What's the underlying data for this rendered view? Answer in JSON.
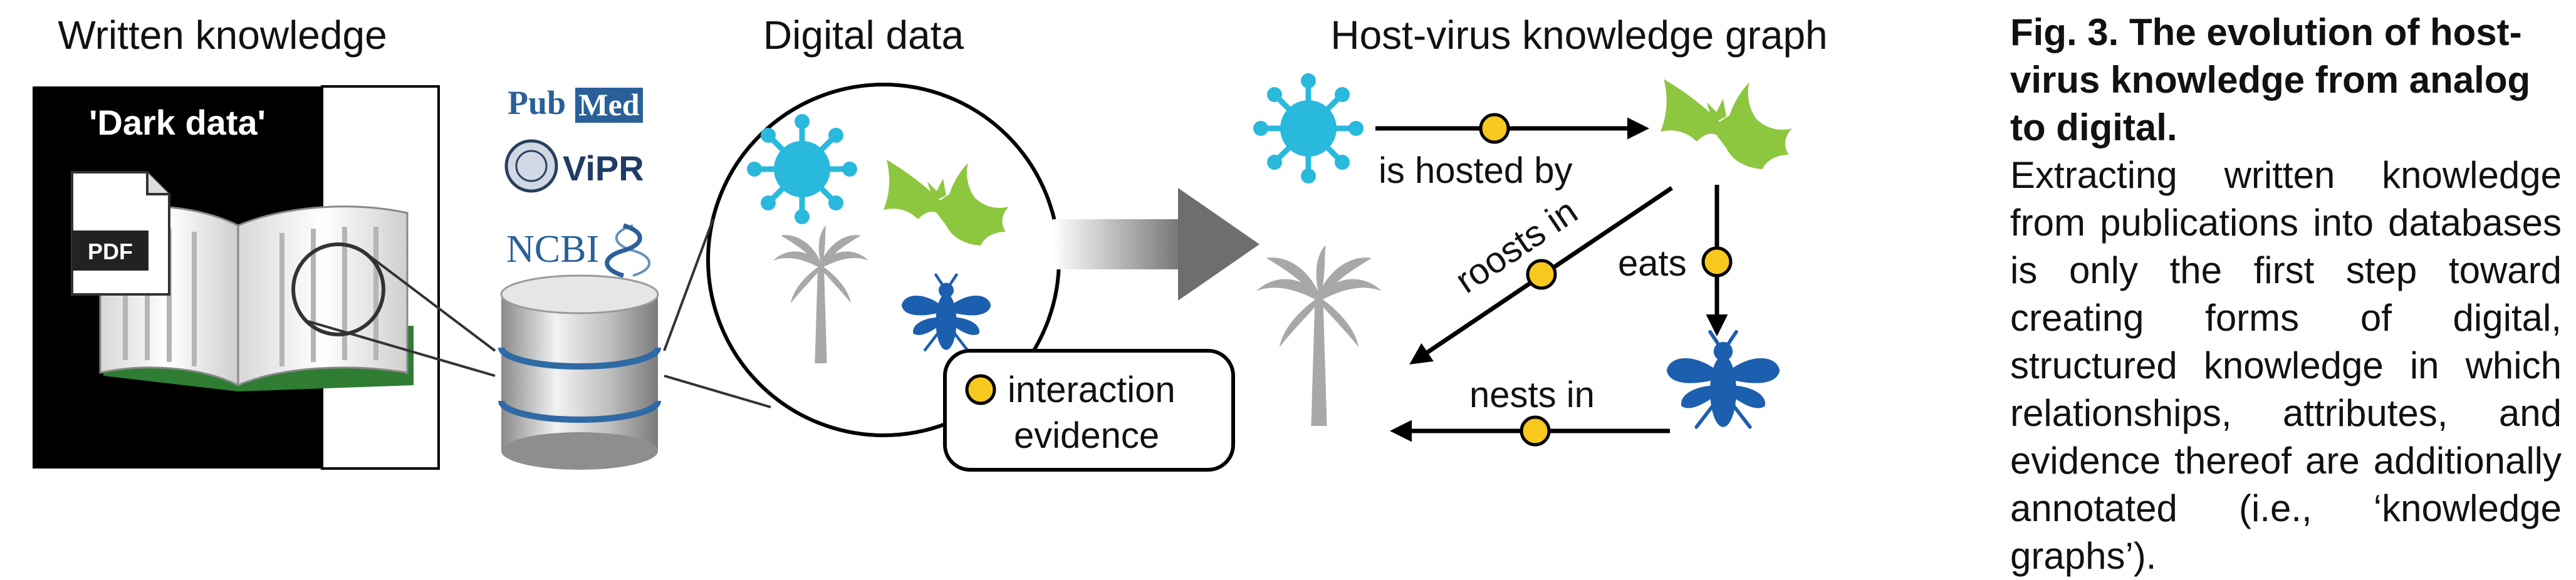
{
  "panels": {
    "written_title": "Written knowledge",
    "digital_title": "Digital data",
    "graph_title": "Host-virus knowledge graph"
  },
  "dark_data_label": "'Dark data'",
  "pdf_label": "PDF",
  "logos": {
    "pubmed_pub": "Pub",
    "pubmed_med": "Med",
    "vipr": "ViPR",
    "ncbi": "NCBI"
  },
  "legend": {
    "line1": "interaction",
    "line2": "evidence"
  },
  "edges": {
    "is_hosted_by": "is hosted by",
    "roosts_in": "roosts in",
    "eats": "eats",
    "nests_in": "nests in"
  },
  "caption": {
    "title": "Fig. 3. The evolution of host-virus knowledge from analog to digital.",
    "body": "Extracting written knowledge from publications into databases is only the first step toward creating forms of digital, structured knowledge in which relationships, attributes, and evidence thereof are additionally annotated (i.e., ‘knowledge graphs’)."
  },
  "colors": {
    "virus": "#29B9DC",
    "bat": "#8DC63F",
    "bee": "#1C5FAE",
    "palm": "#A6A8AA",
    "evidence": "#F7C81E",
    "dark_panel": "#000000"
  }
}
